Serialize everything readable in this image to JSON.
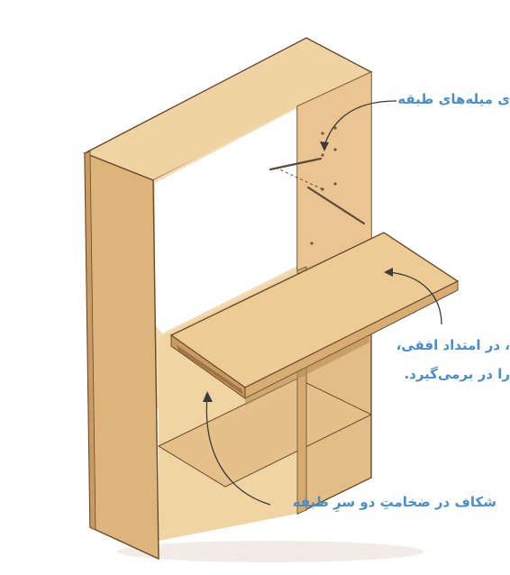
{
  "annotations": {
    "shelf_pins": "ی میله‌های طبقه",
    "horizontal_line1": "، در امتداد افقی،",
    "horizontal_line2": "را در برمی‌گیرد.",
    "groove": "شکاف در ضخامتِ دو سرِ طبقه"
  },
  "colors": {
    "wood_front": "#e8c793",
    "wood_side": "#d9b27c",
    "wood_dark": "#b98a55",
    "outline": "#6b4a2a",
    "label": "#4a8ec6"
  }
}
